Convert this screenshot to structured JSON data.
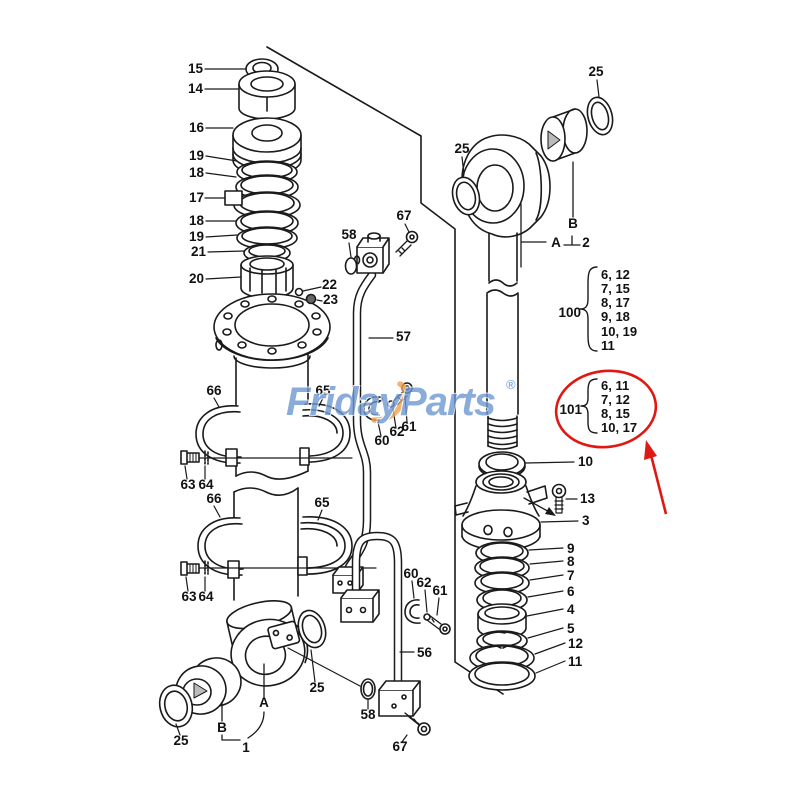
{
  "diagram": {
    "type": "exploded-parts-diagram",
    "subject": "hydraulic cylinder assembly"
  },
  "watermark": {
    "text": "FridayParts",
    "registered": "®",
    "blue": "#6d98d3",
    "orange": "#f2a14e"
  },
  "highlight": {
    "red": "#e01812",
    "circled_group": "101"
  },
  "groups": {
    "g100": {
      "label": "100",
      "items": [
        "6, 12",
        "7, 15",
        "8, 17",
        "9, 18",
        "10, 19",
        "11"
      ]
    },
    "g101": {
      "label": "101",
      "items": [
        "6, 11",
        "7, 12",
        "8, 15",
        "10, 17"
      ]
    }
  },
  "callouts": {
    "n15": "15",
    "n14": "14",
    "n16": "16",
    "n19a": "19",
    "n18a": "18",
    "n17": "17",
    "n18b": "18",
    "n19b": "19",
    "n21": "21",
    "n20": "20",
    "n22": "22",
    "n23": "23",
    "n58a": "58",
    "n67a": "67",
    "n57": "57",
    "n66a": "66",
    "n65a": "65",
    "n63a": "63",
    "n64a": "64",
    "n60a": "60",
    "n62a": "62",
    "n61a": "61",
    "n66b": "66",
    "n65b": "65",
    "n63b": "63",
    "n64b": "64",
    "n60b": "60",
    "n62b": "62",
    "n61b": "61",
    "n25a": "25",
    "n58b": "58",
    "n56": "56",
    "n67b": "67",
    "n25b": "25",
    "nB1": "B",
    "n1": "1",
    "nA1": "A",
    "n25c": "25",
    "n25d": "25",
    "nB2": "B",
    "nA2": "A",
    "n2": "2",
    "n10": "10",
    "n13": "13",
    "n3": "3",
    "n9": "9",
    "n8": "8",
    "n7": "7",
    "n6": "6",
    "n4": "4",
    "n5": "5",
    "n12": "12",
    "n11": "11"
  }
}
